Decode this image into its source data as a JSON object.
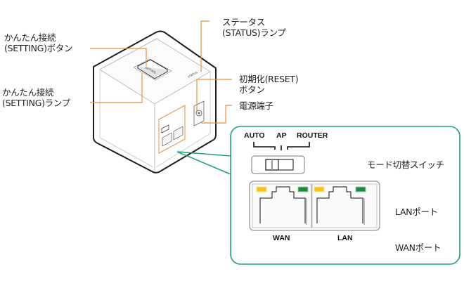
{
  "callouts": {
    "setting_button": {
      "line1": "かんたん接続",
      "line2": "(SETTING)ボタン"
    },
    "setting_lamp": {
      "line1": "かんたん接続",
      "line2": "(SETTING)ランプ"
    },
    "status_lamp": {
      "line1": "ステータス",
      "line2": "(STATUS)ランプ"
    },
    "reset_button": {
      "line1": "初期化(RESET)",
      "line2": "ボタン"
    },
    "power_port": {
      "line1": "電源端子"
    },
    "mode_switch": {
      "line1": "モード切替スイッチ"
    },
    "lan_port": {
      "line1": "LANポート"
    },
    "wan_port": {
      "line1": "WANポート"
    }
  },
  "switch_positions": [
    "AUTO",
    "AP",
    "ROUTER"
  ],
  "switch_selected": "AUTO",
  "ports": [
    {
      "name": "WAN",
      "led_left": "#ffc20e",
      "led_right": "#1a8a3c"
    },
    {
      "name": "LAN",
      "led_left": "#ffc20e",
      "led_right": "#1a8a3c"
    }
  ],
  "colors": {
    "leader_line": "#e8913a",
    "inset_border": "#1fa07a",
    "led_amber": "#ffc20e",
    "led_green": "#1a8a3c"
  }
}
